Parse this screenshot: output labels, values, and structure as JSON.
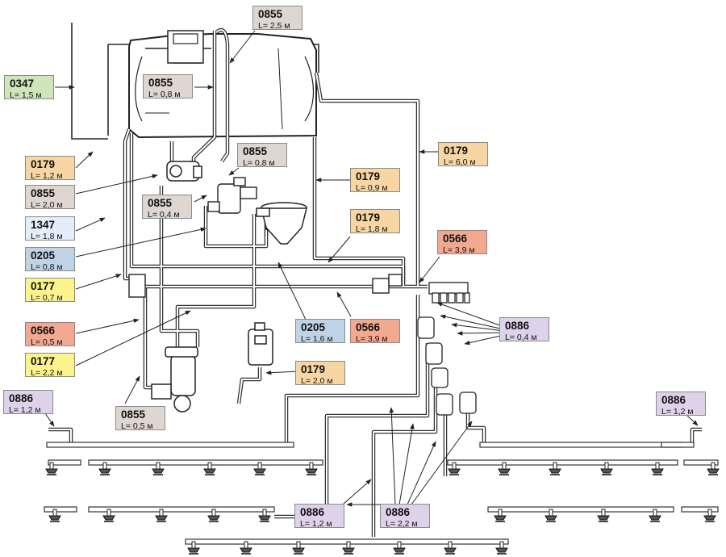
{
  "colors": {
    "orange": "#f7d6a4",
    "grey": "#ddd6d1",
    "green": "#cfe6bb",
    "light_blue": "#e3eef9",
    "blue": "#bed4e6",
    "yellow": "#fbf38b",
    "red": "#f3a890",
    "lilac": "#ddd2ea",
    "line": "#3a3a3a"
  },
  "labels": [
    {
      "id": "l01",
      "code": "0855",
      "length": "L= 2,5 м",
      "color": "grey"
    },
    {
      "id": "l02",
      "code": "0347",
      "length": "L= 1,5 м",
      "color": "green"
    },
    {
      "id": "l03",
      "code": "0855",
      "length": "L= 0,8 м",
      "color": "grey"
    },
    {
      "id": "l04",
      "code": "0855",
      "length": "L= 0,8 м",
      "color": "grey"
    },
    {
      "id": "l05",
      "code": "0179",
      "length": "L= 1,2 м",
      "color": "orange"
    },
    {
      "id": "l06",
      "code": "0179",
      "length": "L= 6,0 м",
      "color": "orange"
    },
    {
      "id": "l07",
      "code": "0855",
      "length": "L= 2,0 м",
      "color": "grey"
    },
    {
      "id": "l08",
      "code": "0179",
      "length": "L= 0,9 м",
      "color": "orange"
    },
    {
      "id": "l09",
      "code": "0855",
      "length": "L= 0,4 м",
      "color": "grey"
    },
    {
      "id": "l10",
      "code": "1347",
      "length": "L= 1,8 м",
      "color": "light_blue"
    },
    {
      "id": "l11",
      "code": "0179",
      "length": "L= 1,8 м",
      "color": "orange"
    },
    {
      "id": "l12",
      "code": "0566",
      "length": "L= 3,9 м",
      "color": "red"
    },
    {
      "id": "l13",
      "code": "0205",
      "length": "L= 0,8 м",
      "color": "blue"
    },
    {
      "id": "l14",
      "code": "0177",
      "length": "L= 0,7 м",
      "color": "yellow"
    },
    {
      "id": "l15",
      "code": "0886",
      "length": "L= 0,4 м",
      "color": "lilac"
    },
    {
      "id": "l16",
      "code": "0566",
      "length": "L= 0,5 м",
      "color": "red"
    },
    {
      "id": "l17",
      "code": "0205",
      "length": "L= 1,6 м",
      "color": "blue"
    },
    {
      "id": "l18",
      "code": "0566",
      "length": "L= 3,9 м",
      "color": "red"
    },
    {
      "id": "l19",
      "code": "0177",
      "length": "L= 2,2 м",
      "color": "yellow"
    },
    {
      "id": "l20",
      "code": "0179",
      "length": "L= 2,0 м",
      "color": "orange"
    },
    {
      "id": "l21",
      "code": "0886",
      "length": "L= 1,2 м",
      "color": "lilac"
    },
    {
      "id": "l22",
      "code": "0886",
      "length": "L= 1,2 м",
      "color": "lilac"
    },
    {
      "id": "l23",
      "code": "0855",
      "length": "L= 0,5 м",
      "color": "grey"
    },
    {
      "id": "l24",
      "code": "0886",
      "length": "L= 1,2 м",
      "color": "lilac"
    },
    {
      "id": "l25",
      "code": "0886",
      "length": "L= 2,2 м",
      "color": "lilac"
    }
  ]
}
